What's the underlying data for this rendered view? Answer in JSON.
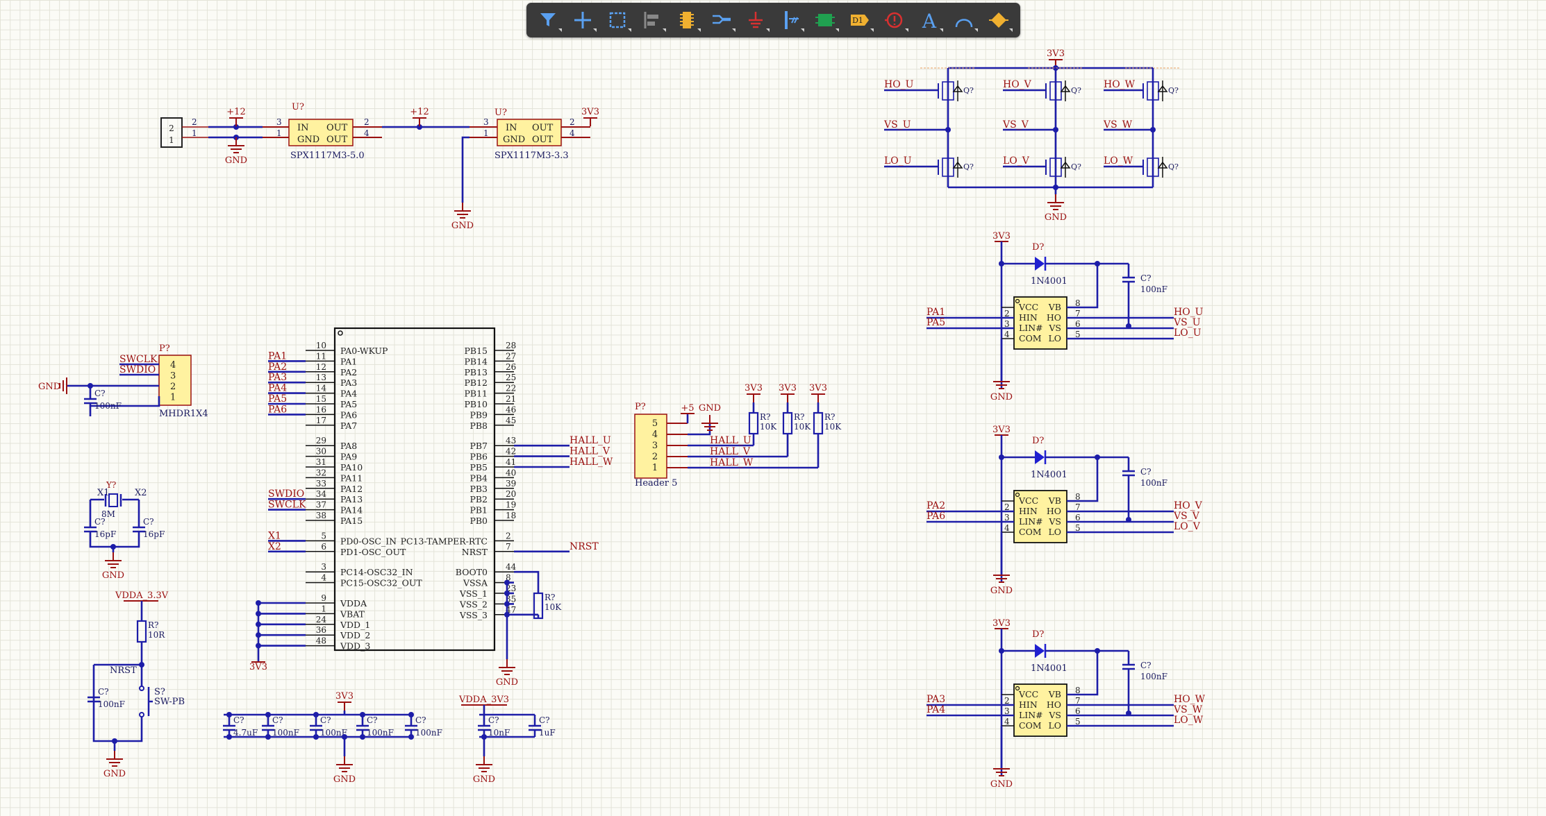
{
  "toolbar": {
    "items": [
      {
        "name": "filter-icon"
      },
      {
        "name": "crosshair-icon"
      },
      {
        "name": "select-rect-icon"
      },
      {
        "name": "align-icon"
      },
      {
        "name": "component-icon"
      },
      {
        "name": "wire-icon"
      },
      {
        "name": "ground-power-icon"
      },
      {
        "name": "bus-icon"
      },
      {
        "name": "sheet-symbol-icon"
      },
      {
        "name": "net-label-icon",
        "label": "D1"
      },
      {
        "name": "directive-icon"
      },
      {
        "name": "text-icon",
        "label": "A"
      },
      {
        "name": "arc-icon"
      },
      {
        "name": "shape-icon"
      }
    ],
    "colors": {
      "bg": "#3a3a3a",
      "icon": "#5aa0f0",
      "accent": "#f0b030",
      "red": "#d83030"
    }
  },
  "schematic": {
    "regulators": {
      "conn_pins": [
        "2",
        "1"
      ],
      "pwr_12a": "+12",
      "pwr_12b": "+12",
      "gnd_a": "GND",
      "gnd_b": "GND",
      "u1_des": "U?",
      "u1_name": "SPX1117M3-5.0",
      "u2_des": "U?",
      "u2_name": "SPX1117M3-3.3",
      "pwr_3v3": "3V3",
      "pin_in": "IN",
      "pin_out": "OUT",
      "pin_gnd": "GND",
      "pins_left": [
        "3",
        "1"
      ],
      "pins_right": [
        "2",
        "4"
      ]
    },
    "swd_header": {
      "des": "P?",
      "name": "MHDR1X4",
      "pins": [
        "4",
        "3",
        "2",
        "1"
      ],
      "nets": [
        "SWCLK",
        "SWDIO"
      ],
      "gnd": "GND",
      "cap_des": "C?",
      "cap_val": "100nF"
    },
    "crystal": {
      "des": "Y?",
      "val": "8M",
      "net1": "X1",
      "net2": "X2",
      "c1_des": "C?",
      "c1_val": "16pF",
      "c2_des": "C?",
      "c2_val": "16pF",
      "gnd": "GND"
    },
    "reset": {
      "net_vdda": "VDDA_3.3V",
      "r_des": "R?",
      "r_val": "10R",
      "nrst": "NRST",
      "sw_des": "S?",
      "sw_val": "SW-PB",
      "c_des": "C?",
      "c_val": "100nF",
      "gnd": "GND"
    },
    "mcu": {
      "left_pins": [
        {
          "num": "10",
          "name": "PA0-WKUP",
          "net": ""
        },
        {
          "num": "11",
          "name": "PA1",
          "net": "PA1"
        },
        {
          "num": "12",
          "name": "PA2",
          "net": "PA2"
        },
        {
          "num": "13",
          "name": "PA3",
          "net": "PA3"
        },
        {
          "num": "14",
          "name": "PA4",
          "net": "PA4"
        },
        {
          "num": "15",
          "name": "PA5",
          "net": "PA5"
        },
        {
          "num": "16",
          "name": "PA6",
          "net": "PA6"
        },
        {
          "num": "17",
          "name": "PA7",
          "net": ""
        },
        {
          "num": "29",
          "name": "PA8",
          "net": ""
        },
        {
          "num": "30",
          "name": "PA9",
          "net": ""
        },
        {
          "num": "31",
          "name": "PA10",
          "net": ""
        },
        {
          "num": "32",
          "name": "PA11",
          "net": ""
        },
        {
          "num": "33",
          "name": "PA12",
          "net": ""
        },
        {
          "num": "34",
          "name": "PA13",
          "net": "SWDIO"
        },
        {
          "num": "37",
          "name": "PA14",
          "net": "SWCLK"
        },
        {
          "num": "38",
          "name": "PA15",
          "net": ""
        },
        {
          "num": "5",
          "name": "PD0-OSC_IN",
          "net": "X1"
        },
        {
          "num": "6",
          "name": "PD1-OSC_OUT",
          "net": "X2"
        },
        {
          "num": "3",
          "name": "PC14-OSC32_IN",
          "net": ""
        },
        {
          "num": "4",
          "name": "PC15-OSC32_OUT",
          "net": ""
        },
        {
          "num": "9",
          "name": "VDDA",
          "net": ""
        },
        {
          "num": "1",
          "name": "VBAT",
          "net": ""
        },
        {
          "num": "24",
          "name": "VDD_1",
          "net": ""
        },
        {
          "num": "36",
          "name": "VDD_2",
          "net": ""
        },
        {
          "num": "48",
          "name": "VDD_3",
          "net": ""
        }
      ],
      "right_pins": [
        {
          "num": "28",
          "name": "PB15",
          "net": ""
        },
        {
          "num": "27",
          "name": "PB14",
          "net": ""
        },
        {
          "num": "26",
          "name": "PB13",
          "net": ""
        },
        {
          "num": "25",
          "name": "PB12",
          "net": ""
        },
        {
          "num": "22",
          "name": "PB11",
          "net": ""
        },
        {
          "num": "21",
          "name": "PB10",
          "net": ""
        },
        {
          "num": "46",
          "name": "PB9",
          "net": ""
        },
        {
          "num": "45",
          "name": "PB8",
          "net": ""
        },
        {
          "num": "43",
          "name": "PB7",
          "net": "HALL_U"
        },
        {
          "num": "42",
          "name": "PB6",
          "net": "HALL_V"
        },
        {
          "num": "41",
          "name": "PB5",
          "net": "HALL_W"
        },
        {
          "num": "40",
          "name": "PB4",
          "net": ""
        },
        {
          "num": "39",
          "name": "PB3",
          "net": ""
        },
        {
          "num": "20",
          "name": "PB2",
          "net": ""
        },
        {
          "num": "19",
          "name": "PB1",
          "net": ""
        },
        {
          "num": "18",
          "name": "PB0",
          "net": ""
        },
        {
          "num": "2",
          "name": "PC13-TAMPER-RTC",
          "net": ""
        },
        {
          "num": "7",
          "name": "NRST",
          "net": "NRST"
        },
        {
          "num": "44",
          "name": "BOOT0",
          "net": ""
        },
        {
          "num": "8",
          "name": "VSSA",
          "net": ""
        },
        {
          "num": "23",
          "name": "VSS_1",
          "net": ""
        },
        {
          "num": "35",
          "name": "VSS_2",
          "net": ""
        },
        {
          "num": "47",
          "name": "VSS_3",
          "net": ""
        }
      ],
      "pwr_3v3": "3V3",
      "gnd": "GND",
      "boot_r_des": "R?",
      "boot_r_val": "10K"
    },
    "hall_header": {
      "des": "P?",
      "name": "Header 5",
      "pins": [
        "5",
        "4",
        "3",
        "2",
        "1"
      ],
      "pwr_5v": "+5",
      "gnd": "GND",
      "nets": [
        "HALL_U",
        "HALL_V",
        "HALL_W"
      ],
      "pwr_3v3": "3V3",
      "r_des": "R?",
      "r_val": "10K"
    },
    "decoupling": {
      "pwr_3v3": "3V3",
      "pwr_vdda": "VDDA_3V3",
      "cap_des": "C?",
      "caps_a": [
        "4.7uF",
        "100nF",
        "100nF",
        "100nF",
        "100nF"
      ],
      "caps_b": [
        "10nF",
        "1uF"
      ],
      "gnd": "GND"
    },
    "bridge": {
      "pwr": "3V3",
      "gnd": "GND",
      "q_des": "Q?",
      "high": [
        "HO_U",
        "HO_V",
        "HO_W"
      ],
      "vs": [
        "VS_U",
        "VS_V",
        "VS_W"
      ],
      "low": [
        "LO_U",
        "LO_V",
        "LO_W"
      ]
    },
    "drivers": [
      {
        "in1": "PA1",
        "in2": "PA5",
        "ho": "HO_U",
        "vs": "VS_U",
        "lo": "LO_U"
      },
      {
        "in1": "PA2",
        "in2": "PA6",
        "ho": "HO_V",
        "vs": "VS_V",
        "lo": "LO_V"
      },
      {
        "in1": "PA3",
        "in2": "PA4",
        "ho": "HO_W",
        "vs": "VS_W",
        "lo": "LO_W"
      }
    ],
    "driver_common": {
      "pwr": "3V3",
      "gnd": "GND",
      "d_des": "D?",
      "d_val": "1N4001",
      "c_des": "C?",
      "c_val": "100nF",
      "pin_names_left": [
        "VCC",
        "HIN",
        "LIN#",
        "COM"
      ],
      "pin_names_right": [
        "VB",
        "HO",
        "VS",
        "LO"
      ],
      "pin_nums_left": [
        "",
        "2",
        "3",
        "4"
      ],
      "pin_nums_right": [
        "8",
        "7",
        "6",
        "5"
      ]
    },
    "colors": {
      "wire": "#1d1da8",
      "net": "#9a1010",
      "comp": "#9a1010",
      "body_fill": "#fff2a0",
      "body_stroke": "#9a1010",
      "text": "#1a1a60",
      "junction": "#1d1da8",
      "diode": "#2020d0"
    }
  }
}
